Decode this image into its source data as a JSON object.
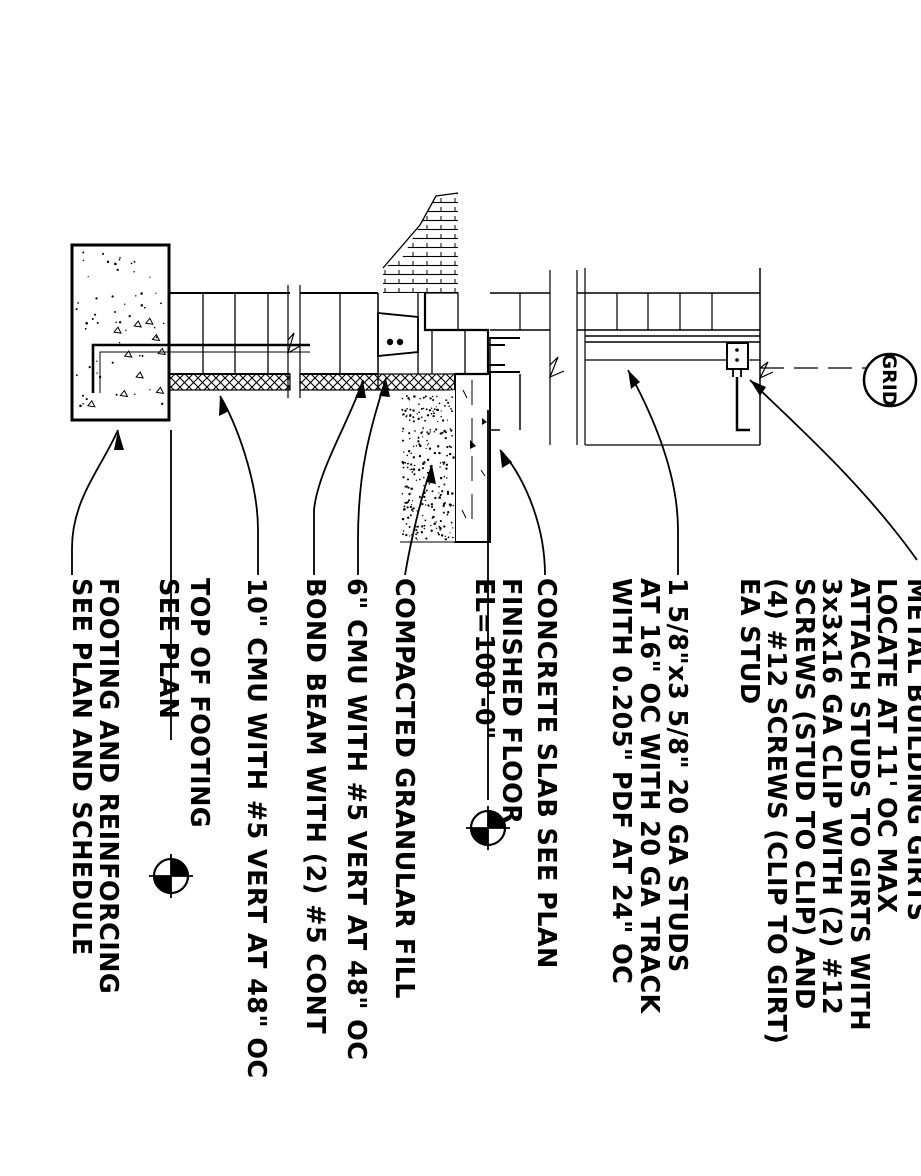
{
  "grid_bubble": {
    "label": "GRID"
  },
  "notes": [
    {
      "id": "girt-clip",
      "lines": [
        "METAL BUILDING GIRTS",
        "LOCATE AT 11' OC MAX",
        "ATTACH STUDS TO GIRTS WITH",
        "3x3x16 GA CLIP WITH (2) #12",
        "SCREWS (STUD TO CLIP) AND",
        "(4) #12 SCREWS (CLIP TO GIRT)",
        "EA STUD"
      ]
    },
    {
      "id": "studs",
      "lines": [
        "1 5/8\"x3 5/8\" 20 GA STUDS",
        "AT 16\" OC WITH 20 GA TRACK",
        "WITH 0.205\" PDF AT 24\" OC"
      ]
    },
    {
      "id": "slab",
      "lines": [
        "CONCRETE SLAB SEE PLAN"
      ]
    },
    {
      "id": "finished-floor",
      "lines": [
        "FINISHED FLOOR",
        "EL=100'-0\""
      ]
    },
    {
      "id": "granular-fill",
      "lines": [
        "COMPACTED GRANULAR FILL"
      ]
    },
    {
      "id": "bond-beam",
      "lines": [
        "6\" CMU WITH #5 VERT AT 48\" OC",
        "BOND BEAM WITH (2) #5 CONT"
      ]
    },
    {
      "id": "cmu-10",
      "lines": [
        "10\" CMU WITH #5 VERT AT 48\" OC"
      ]
    },
    {
      "id": "top-of-footing",
      "lines": [
        "TOP OF FOOTING",
        "SEE PLAN"
      ]
    },
    {
      "id": "footing",
      "lines": [
        "FOOTING AND REINFORCING",
        "SEE PLAN AND SCHEDULE"
      ]
    }
  ]
}
